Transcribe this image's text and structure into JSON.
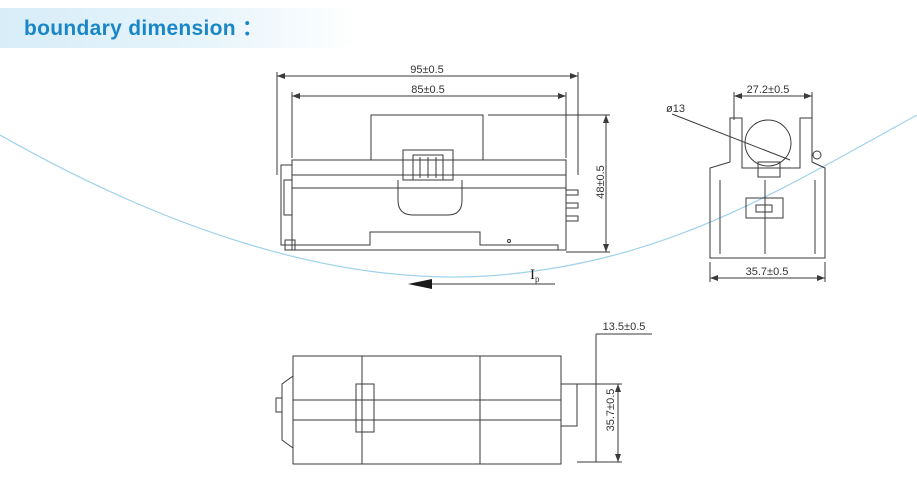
{
  "header": {
    "title": "boundary dimension ："
  },
  "dimensions": {
    "overall_length": "95±0.5",
    "inner_length": "85±0.5",
    "height": "48±0.5",
    "top_width": "27.2±0.5",
    "hole_diameter": "ø13",
    "base_width": "35.7±0.5",
    "bottom_offset": "13.5±0.5",
    "bottom_width": "35.7±0.5"
  },
  "current_label": {
    "main": "I",
    "sub": "p"
  },
  "colors": {
    "accent": "#1a86c8",
    "banner": "#d7edf8",
    "line": "#3a3a3a",
    "curve": "#9fd2ea"
  }
}
